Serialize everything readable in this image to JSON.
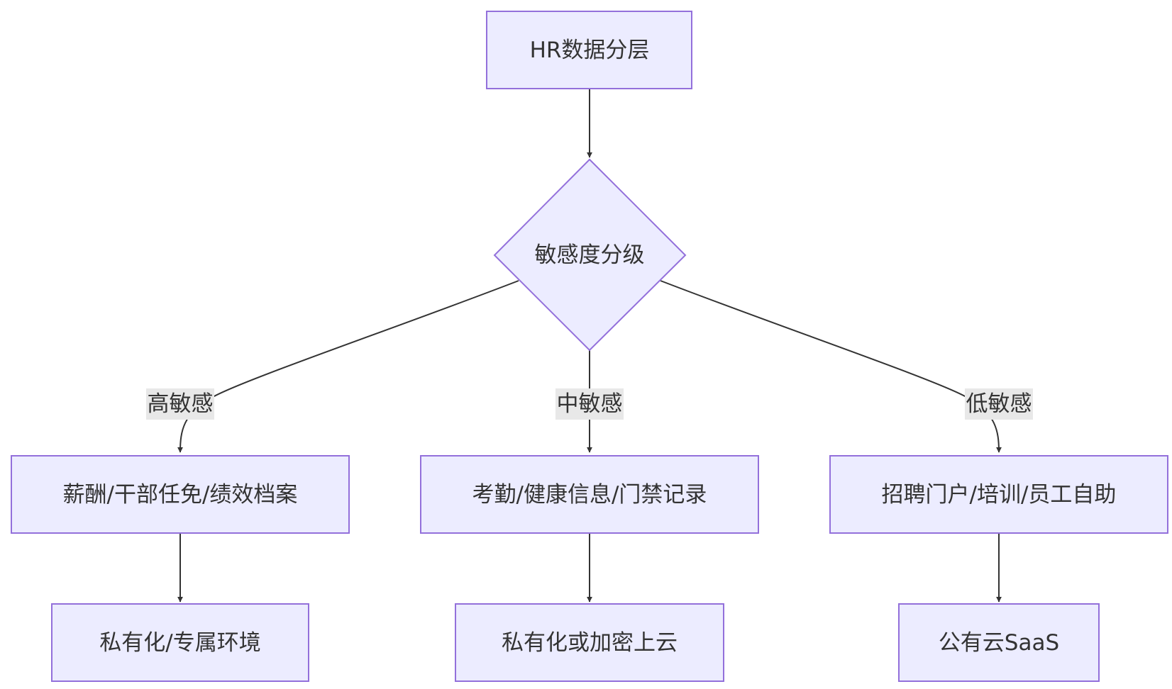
{
  "nodes": {
    "root": {
      "label": "HR数据分层",
      "shape": "rect"
    },
    "decision": {
      "label": "敏感度分级",
      "shape": "diamond"
    },
    "high_data": {
      "label": "薪酬/干部任免/绩效档案",
      "shape": "rect"
    },
    "mid_data": {
      "label": "考勤/健康信息/门禁记录",
      "shape": "rect"
    },
    "low_data": {
      "label": "招聘门户/培训/员工自助",
      "shape": "rect"
    },
    "high_deploy": {
      "label": "私有化/专属环境",
      "shape": "rect"
    },
    "mid_deploy": {
      "label": "私有化或加密上云",
      "shape": "rect"
    },
    "low_deploy": {
      "label": "公有云SaaS",
      "shape": "rect"
    }
  },
  "edges": {
    "high": {
      "label": "高敏感"
    },
    "mid": {
      "label": "中敏感"
    },
    "low": {
      "label": "低敏感"
    }
  },
  "colors": {
    "node_fill": "#ECECFF",
    "node_stroke": "#9370DB",
    "edge": "#333333",
    "label_bg": "#e8e8e8",
    "text": "#333333"
  }
}
